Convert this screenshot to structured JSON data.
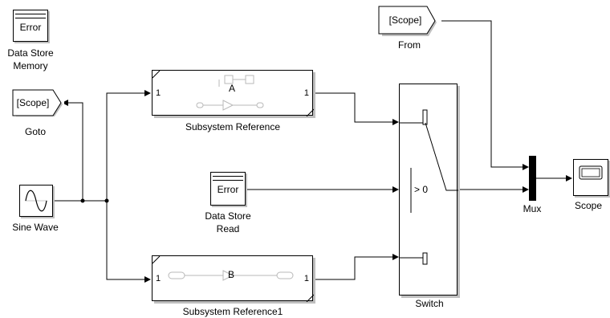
{
  "blocks": {
    "dsm": {
      "text": "Error",
      "label_line1": "Data Store",
      "label_line2": "Memory"
    },
    "goto": {
      "text": "[Scope]",
      "label": "Goto"
    },
    "sine": {
      "label": "Sine Wave"
    },
    "sub1": {
      "label": "Subsystem Reference",
      "inner": "A",
      "in_port": "1",
      "out_port": "1"
    },
    "sub2": {
      "label": "Subsystem Reference1",
      "inner": "B",
      "in_port": "1",
      "out_port": "1"
    },
    "dsr": {
      "text": "Error",
      "label_line1": "Data Store",
      "label_line2": "Read"
    },
    "from": {
      "text": "[Scope]",
      "label": "From"
    },
    "switch": {
      "label": "Switch",
      "threshold": "> 0"
    },
    "mux": {
      "label": "Mux"
    },
    "scope": {
      "label": "Scope"
    }
  }
}
